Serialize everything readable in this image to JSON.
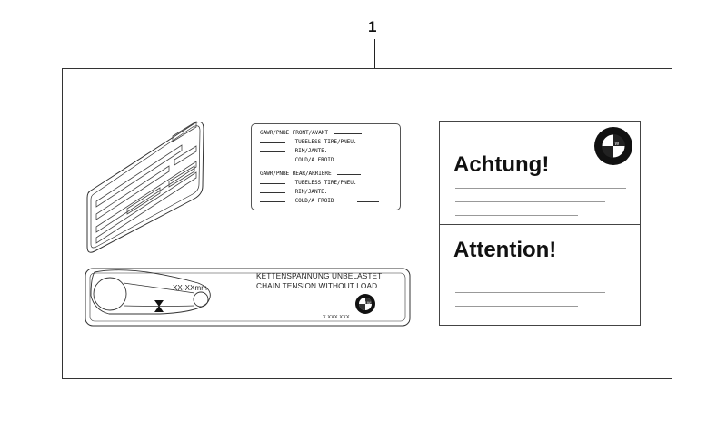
{
  "callout": {
    "number": "1"
  },
  "tire_label": {
    "front_header": "GAWR/PNBE FRONT/AVANT",
    "front_tubeless": "TUBELESS TIRE/PNEU.",
    "front_rim": "RIM/JANTE.",
    "front_cold": "COLD/A FROID",
    "rear_header": "GAWR/PNBE REAR/ARRIERE",
    "rear_tubeless": "TUBELESS TIRE/PNEU.",
    "rear_rim": "RIM/JANTE.",
    "rear_cold": "COLD/A FROID"
  },
  "chain_label": {
    "de_text": "KETTENSPANNUNG UNBELASTET",
    "en_text": "CHAIN TENSION WITHOUT LOAD",
    "measure": "XX-XXmm",
    "part_number": "X XXX XXX",
    "logo_letters": "BMW"
  },
  "warning_card": {
    "german_title": "Achtung!",
    "english_title": "Attention!",
    "logo_letters": "BMW"
  }
}
